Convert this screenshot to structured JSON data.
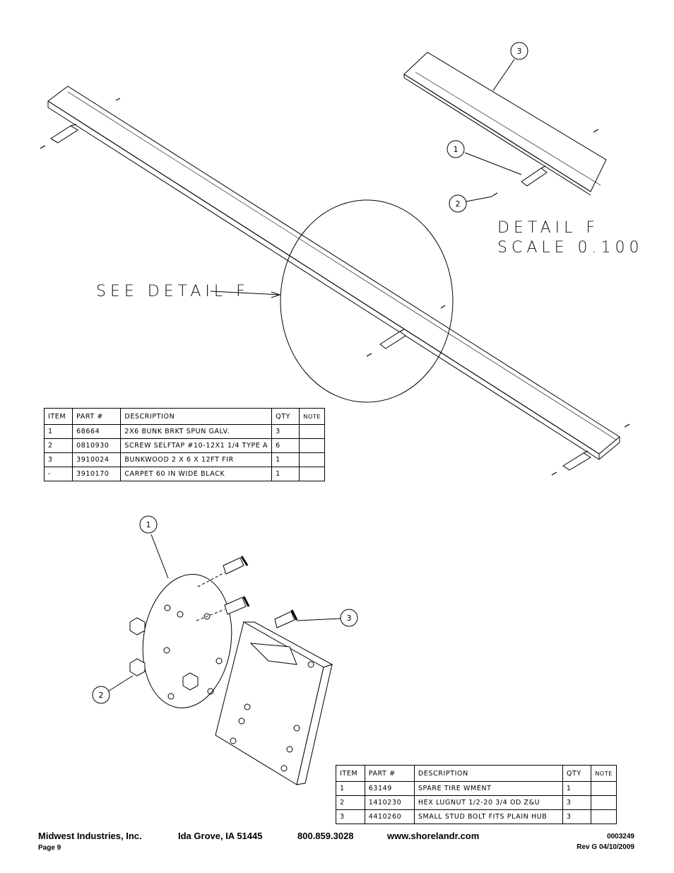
{
  "detail": {
    "title": "DETAIL  F",
    "scale": "SCALE  0.100",
    "see_detail": "SEE DETAIL  F"
  },
  "callouts_top": [
    "3",
    "1",
    "2"
  ],
  "callouts_bottom": [
    "1",
    "3",
    "2"
  ],
  "bom_top": {
    "headers": [
      "ITEM",
      "PART #",
      "DESCRIPTION",
      "QTY",
      "NOTE"
    ],
    "rows": [
      [
        "1",
        "68664",
        "2X6 BUNK BRKT SPUN GALV.",
        "3",
        ""
      ],
      [
        "2",
        "0810930",
        "SCREW SELFTAP #10-12X1 1/4 TYPE A",
        "6",
        ""
      ],
      [
        "3",
        "3910024",
        "BUNKWOOD   2 X 6 X 12FT FIR",
        "1",
        ""
      ],
      [
        "-",
        "3910170",
        "CARPET 60 IN WIDE BLACK",
        "1",
        ""
      ]
    ]
  },
  "bom_bottom": {
    "headers": [
      "ITEM",
      "PART #",
      "DESCRIPTION",
      "QTY",
      "NOTE"
    ],
    "rows": [
      [
        "1",
        "63149",
        "SPARE TIRE WMENT",
        "1",
        ""
      ],
      [
        "2",
        "1410230",
        "HEX LUGNUT 1/2-20 3/4 OD Z&U",
        "3",
        ""
      ],
      [
        "3",
        "4410260",
        "SMALL STUD BOLT FITS PLAIN HUB",
        "3",
        ""
      ]
    ]
  },
  "footer": {
    "company": "Midwest Industries, Inc.",
    "city": "Ida Grove, IA  51445",
    "phone": "800.859.3028",
    "website": "www.shorelandr.com",
    "page": "Page 9",
    "doc_number": "0003249",
    "revision": "Rev G  04/10/2009"
  }
}
